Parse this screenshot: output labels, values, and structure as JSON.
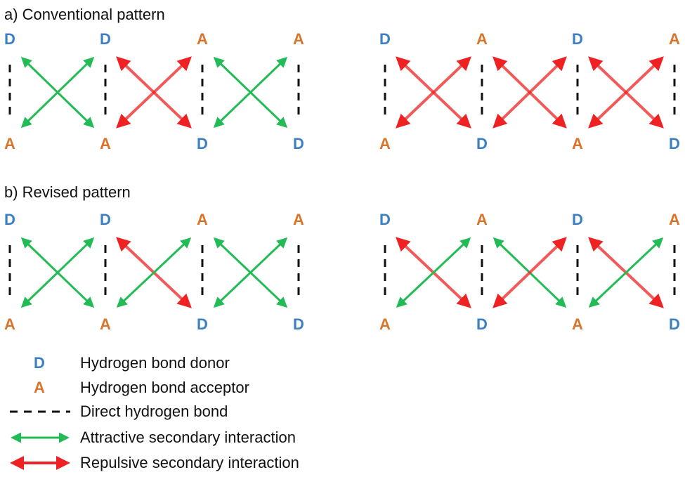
{
  "colors": {
    "donor": "#3b7fc4",
    "acceptor": "#d9752b",
    "bond": "#111111",
    "attractive": "#22bb55",
    "repulsive": "#ee2222"
  },
  "panels": [
    {
      "title": "a) Conventional pattern",
      "groups": [
        {
          "top": [
            "D",
            "D",
            "A",
            "A"
          ],
          "bottom": [
            "A",
            "A",
            "D",
            "D"
          ],
          "interactions": [
            {
              "diag1": "attractive",
              "diag2": "attractive"
            },
            {
              "diag1": "repulsive",
              "diag2": "repulsive"
            },
            {
              "diag1": "attractive",
              "diag2": "attractive"
            }
          ]
        },
        {
          "top": [
            "D",
            "A",
            "D",
            "A"
          ],
          "bottom": [
            "A",
            "D",
            "A",
            "D"
          ],
          "interactions": [
            {
              "diag1": "repulsive",
              "diag2": "repulsive"
            },
            {
              "diag1": "repulsive",
              "diag2": "repulsive"
            },
            {
              "diag1": "repulsive",
              "diag2": "repulsive"
            }
          ]
        }
      ]
    },
    {
      "title": "b) Revised pattern",
      "groups": [
        {
          "top": [
            "D",
            "D",
            "A",
            "A"
          ],
          "bottom": [
            "A",
            "A",
            "D",
            "D"
          ],
          "interactions": [
            {
              "diag1": "attractive",
              "diag2": "attractive"
            },
            {
              "diag1": "repulsive",
              "diag2": "attractive"
            },
            {
              "diag1": "attractive",
              "diag2": "attractive"
            }
          ]
        },
        {
          "top": [
            "D",
            "A",
            "D",
            "A"
          ],
          "bottom": [
            "A",
            "D",
            "A",
            "D"
          ],
          "interactions": [
            {
              "diag1": "repulsive",
              "diag2": "attractive"
            },
            {
              "diag1": "attractive",
              "diag2": "repulsive"
            },
            {
              "diag1": "repulsive",
              "diag2": "attractive"
            }
          ]
        }
      ]
    }
  ],
  "legend": [
    {
      "symbol": "D",
      "label": "Hydrogen bond donor"
    },
    {
      "symbol": "A",
      "label": "Hydrogen bond acceptor"
    },
    {
      "symbol": "bond",
      "label": "Direct hydrogen bond"
    },
    {
      "symbol": "attractive",
      "label": "Attractive secondary interaction"
    },
    {
      "symbol": "repulsive",
      "label": "Repulsive secondary interaction"
    }
  ]
}
